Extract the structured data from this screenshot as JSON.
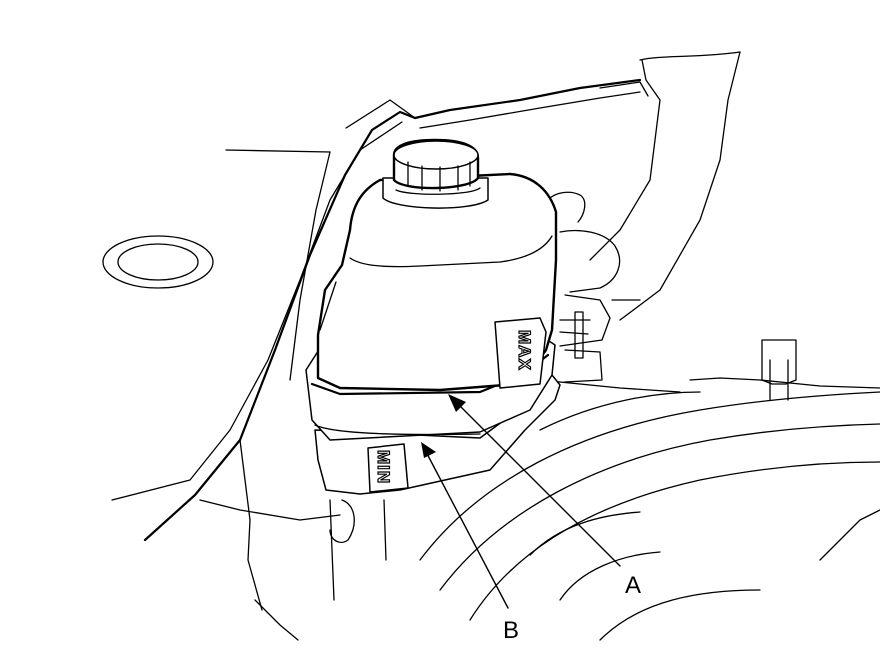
{
  "figure": {
    "labels": {
      "max_mark": "MAX",
      "min_mark": "MIN",
      "callout_a": "A",
      "callout_b": "B"
    }
  }
}
